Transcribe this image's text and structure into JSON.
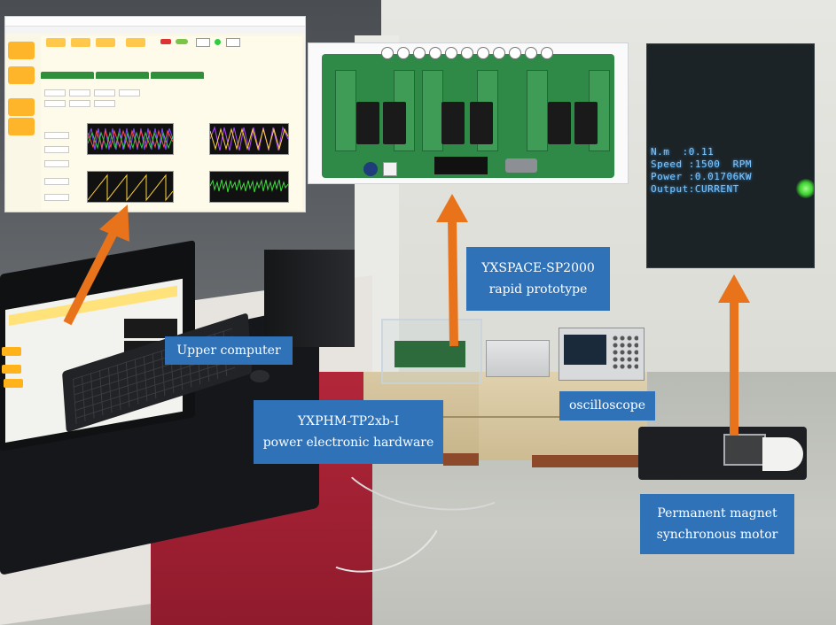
{
  "labels": {
    "upper_computer": "Upper computer",
    "hardware_line1": "YXPHM-TP2xb-I",
    "hardware_line2": "power electronic hardware",
    "prototype_line1": "YXSPACE-SP2000",
    "prototype_line2": "rapid prototype",
    "oscilloscope": "oscilloscope",
    "motor_line1": "Permanent magnet",
    "motor_line2": "synchronous motor"
  },
  "motor_display": {
    "line1": "N.m  :0.11",
    "line2": "Speed :1500  RPM",
    "line3": "Power :0.01706KW",
    "line4": "Output:CURRENT"
  },
  "colors": {
    "label_bg": "#2f72b8",
    "arrow": "#e8731b",
    "ui_accent": "#ffb52a",
    "display_text": "#7ec8ff",
    "led": "#3bd12e"
  },
  "icons": [
    "upward-arrow-icon"
  ]
}
